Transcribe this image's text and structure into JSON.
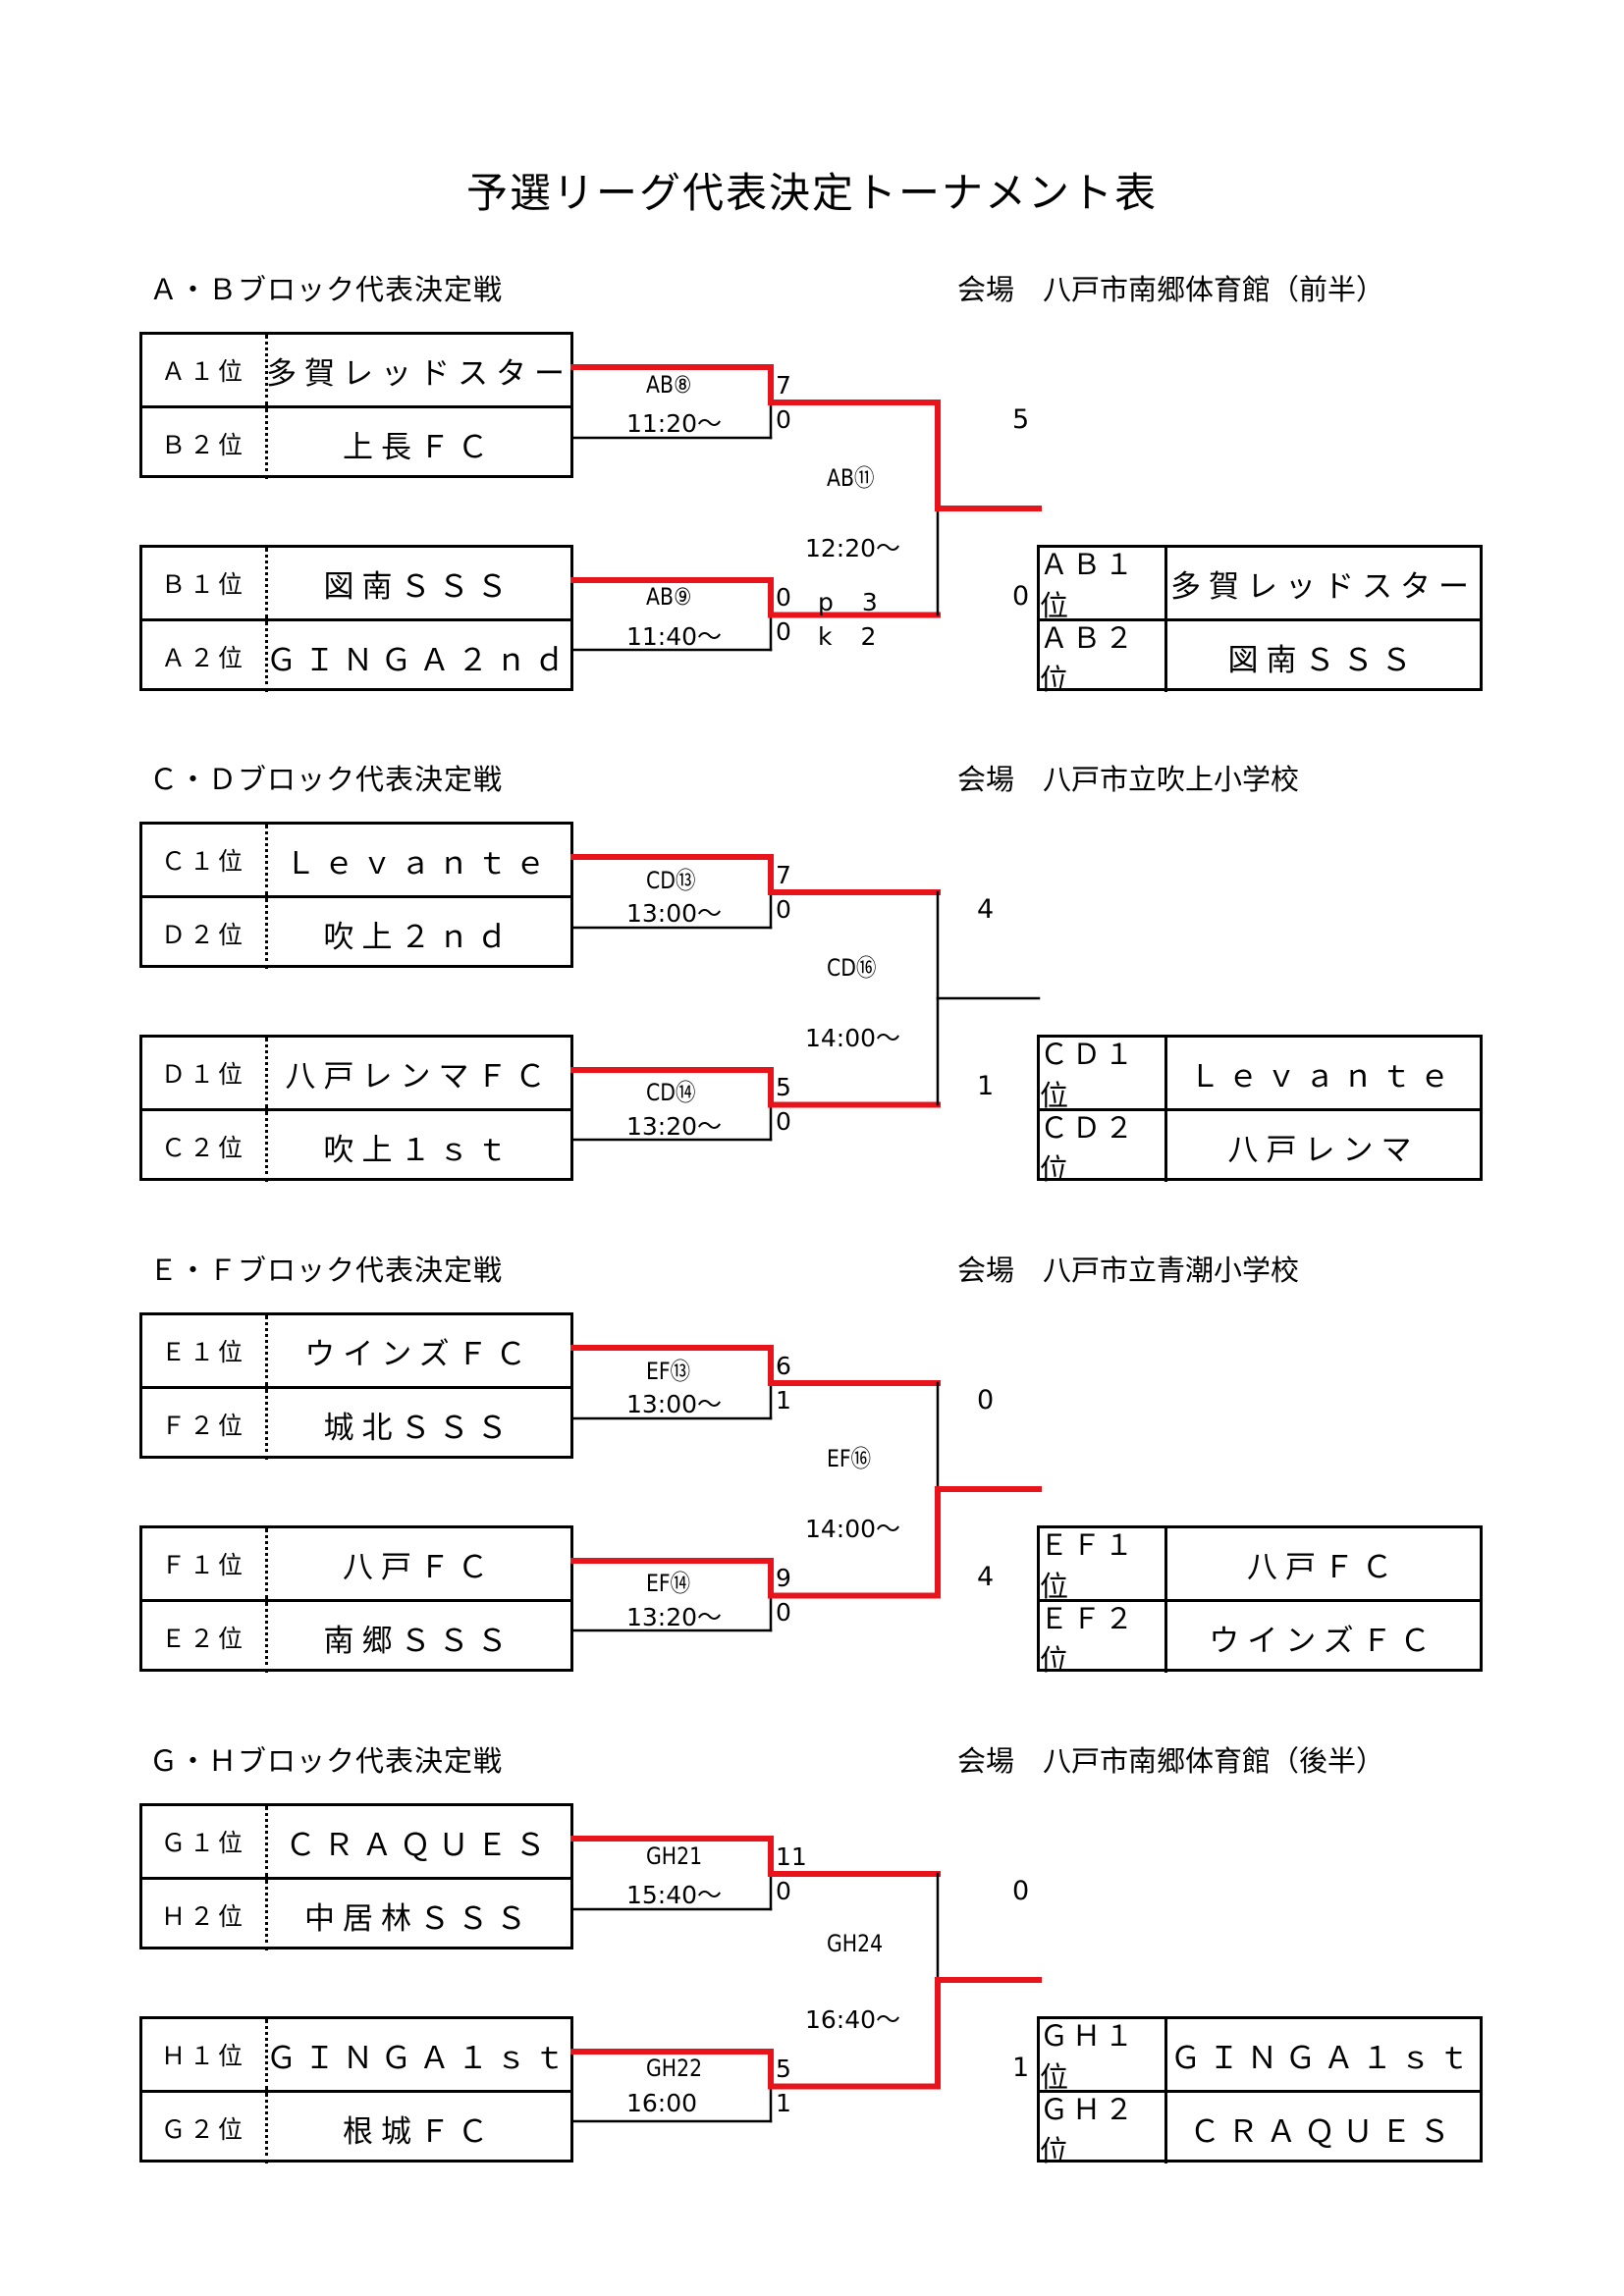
{
  "title": "予選リーグ代表決定トーナメント表",
  "sections": [
    {
      "title": "Ａ・Ｂブロック代表決定戦",
      "venue": "会場　八戸市南郷体育館（前半）",
      "teams": [
        {
          "rank": "Ａ１位",
          "name": "多賀レッドスター"
        },
        {
          "rank": "Ｂ２位",
          "name": "上長ＦＣ"
        },
        {
          "rank": "Ｂ１位",
          "name": "図南ＳＳＳ"
        },
        {
          "rank": "Ａ２位",
          "name": "ＧＩＮＧＡ２ｎｄ"
        }
      ],
      "match1": {
        "code": "AB⑧",
        "time": "11:20～",
        "score_top": "7",
        "score_bottom": "0"
      },
      "match2": {
        "code": "AB⑨",
        "time": "11:40～",
        "score_top": "0",
        "score_bottom": "0",
        "pk_top": "p　3",
        "pk_bottom": "k　2"
      },
      "final": {
        "code": "AB⑪",
        "time": "12:20～",
        "score_top": "5",
        "score_bottom": "0"
      },
      "winners": [
        {
          "rank": "ＡＢ１位",
          "name": "多賀レッドスター"
        },
        {
          "rank": "ＡＢ２位",
          "name": "図南ＳＳＳ"
        }
      ]
    },
    {
      "title": "Ｃ・Ｄブロック代表決定戦",
      "venue": "会場　八戸市立吹上小学校",
      "teams": [
        {
          "rank": "Ｃ１位",
          "name": "Ｌｅｖａｎｔｅ"
        },
        {
          "rank": "Ｄ２位",
          "name": "吹上２ｎｄ"
        },
        {
          "rank": "Ｄ１位",
          "name": "八戸レンマＦＣ"
        },
        {
          "rank": "Ｃ２位",
          "name": "吹上１ｓｔ"
        }
      ],
      "match1": {
        "code": "CD⑬",
        "time": "13:00～",
        "score_top": "7",
        "score_bottom": "0"
      },
      "match2": {
        "code": "CD⑭",
        "time": "13:20～",
        "score_top": "5",
        "score_bottom": "0"
      },
      "final": {
        "code": "CD⑯",
        "time": "14:00～",
        "score_top": "4",
        "score_bottom": "1"
      },
      "winners": [
        {
          "rank": "ＣＤ１位",
          "name": "Ｌｅｖａｎｔｅ"
        },
        {
          "rank": "ＣＤ２位",
          "name": "八戸レンマ"
        }
      ]
    },
    {
      "title": "Ｅ・Ｆブロック代表決定戦",
      "venue": "会場　八戸市立青潮小学校",
      "teams": [
        {
          "rank": "Ｅ１位",
          "name": "ウインズＦＣ"
        },
        {
          "rank": "Ｆ２位",
          "name": "城北ＳＳＳ"
        },
        {
          "rank": "Ｆ１位",
          "name": "八戸ＦＣ"
        },
        {
          "rank": "Ｅ２位",
          "name": "南郷ＳＳＳ"
        }
      ],
      "match1": {
        "code": "EF⑬",
        "time": "13:00～",
        "score_top": "6",
        "score_bottom": "1"
      },
      "match2": {
        "code": "EF⑭",
        "time": "13:20～",
        "score_top": "9",
        "score_bottom": "0"
      },
      "final": {
        "code": "EF⑯",
        "time": "14:00～",
        "score_top": "0",
        "score_bottom": "4"
      },
      "winners": [
        {
          "rank": "ＥＦ１位",
          "name": "八戸ＦＣ"
        },
        {
          "rank": "ＥＦ２位",
          "name": "ウインズＦＣ"
        }
      ]
    },
    {
      "title": "Ｇ・Ｈブロック代表決定戦",
      "venue": "会場　八戸市南郷体育館（後半）",
      "teams": [
        {
          "rank": "Ｇ１位",
          "name": "ＣＲＡＱＵＥＳ"
        },
        {
          "rank": "Ｈ２位",
          "name": "中居林ＳＳＳ"
        },
        {
          "rank": "Ｈ１位",
          "name": "ＧＩＮＧＡ１ｓｔ"
        },
        {
          "rank": "Ｇ２位",
          "name": "根城ＦＣ"
        }
      ],
      "match1": {
        "code": "GH21",
        "time": "15:40～",
        "score_top": "11",
        "score_bottom": "0"
      },
      "match2": {
        "code": "GH22",
        "time": "16:00",
        "score_top": "5",
        "score_bottom": "1"
      },
      "final": {
        "code": "GH24",
        "time": "16:40～",
        "score_top": "0",
        "score_bottom": "1"
      },
      "winners": [
        {
          "rank": "ＧＨ１位",
          "name": "ＧＩＮＧＡ１ｓｔ"
        },
        {
          "rank": "ＧＨ２位",
          "name": "ＣＲＡＱＵＥＳ"
        }
      ]
    }
  ],
  "bracket_paths": [
    {
      "m1_winner": "top",
      "m2_winner": "top",
      "final_winner": "top"
    },
    {
      "m1_winner": "top",
      "m2_winner": "top",
      "final_winner": "none"
    },
    {
      "m1_winner": "top",
      "m2_winner": "top",
      "final_winner": "bottom"
    },
    {
      "m1_winner": "top",
      "m2_winner": "top",
      "final_winner": "bottom"
    }
  ],
  "colors": {
    "winner_line": "#e8141b",
    "line": "#000000"
  }
}
